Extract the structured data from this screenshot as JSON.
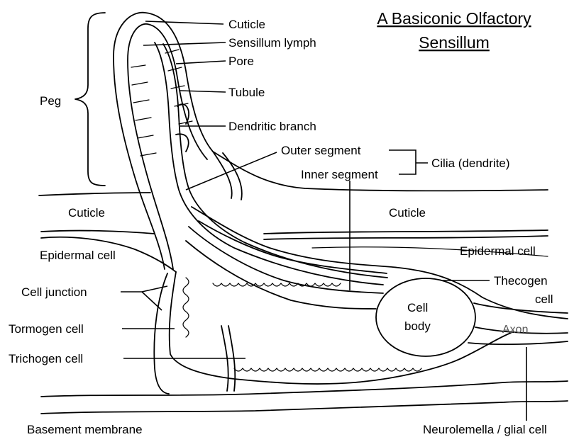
{
  "title": {
    "line1": "A Basiconic Olfactory",
    "line2": "Sensillum"
  },
  "labels": {
    "cuticle_top": "Cuticle",
    "sensillum_lymph": "Sensillum lymph",
    "pore": "Pore",
    "tubule": "Tubule",
    "dendritic_branch": "Dendritic branch",
    "peg": "Peg",
    "outer_segment": "Outer segment",
    "inner_segment": "Inner segment",
    "cilia": "Cilia (dendrite)",
    "cuticle_left": "Cuticle",
    "cuticle_right": "Cuticle",
    "epidermal_cell_left": "Epidermal cell",
    "epidermal_cell_right": "Epidermal cell",
    "thecogen_cell_line1": "Thecogen",
    "thecogen_cell_line2": "cell",
    "cell_junction": "Cell junction",
    "cell_body_line1": "Cell",
    "cell_body_line2": "body",
    "tormogen_cell": "Tormogen cell",
    "axon": "Axon",
    "trichogen_cell": "Trichogen cell",
    "basement_membrane": "Basement membrane",
    "neurolemella": "Neurolemella / glial cell"
  }
}
